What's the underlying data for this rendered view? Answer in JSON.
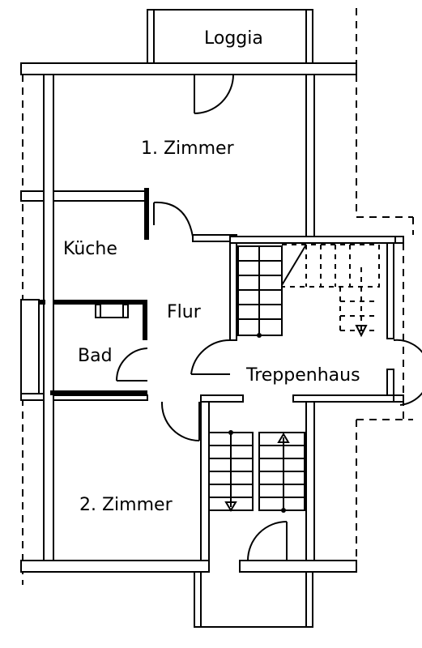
{
  "rooms": {
    "loggia": "Loggia",
    "zimmer1": "1. Zimmer",
    "kueche": "Küche",
    "flur": "Flur",
    "bad": "Bad",
    "treppenhaus": "Treppenhaus",
    "zimmer2": "2. Zimmer"
  },
  "colors": {
    "line": "#000000",
    "background": "#ffffff"
  }
}
